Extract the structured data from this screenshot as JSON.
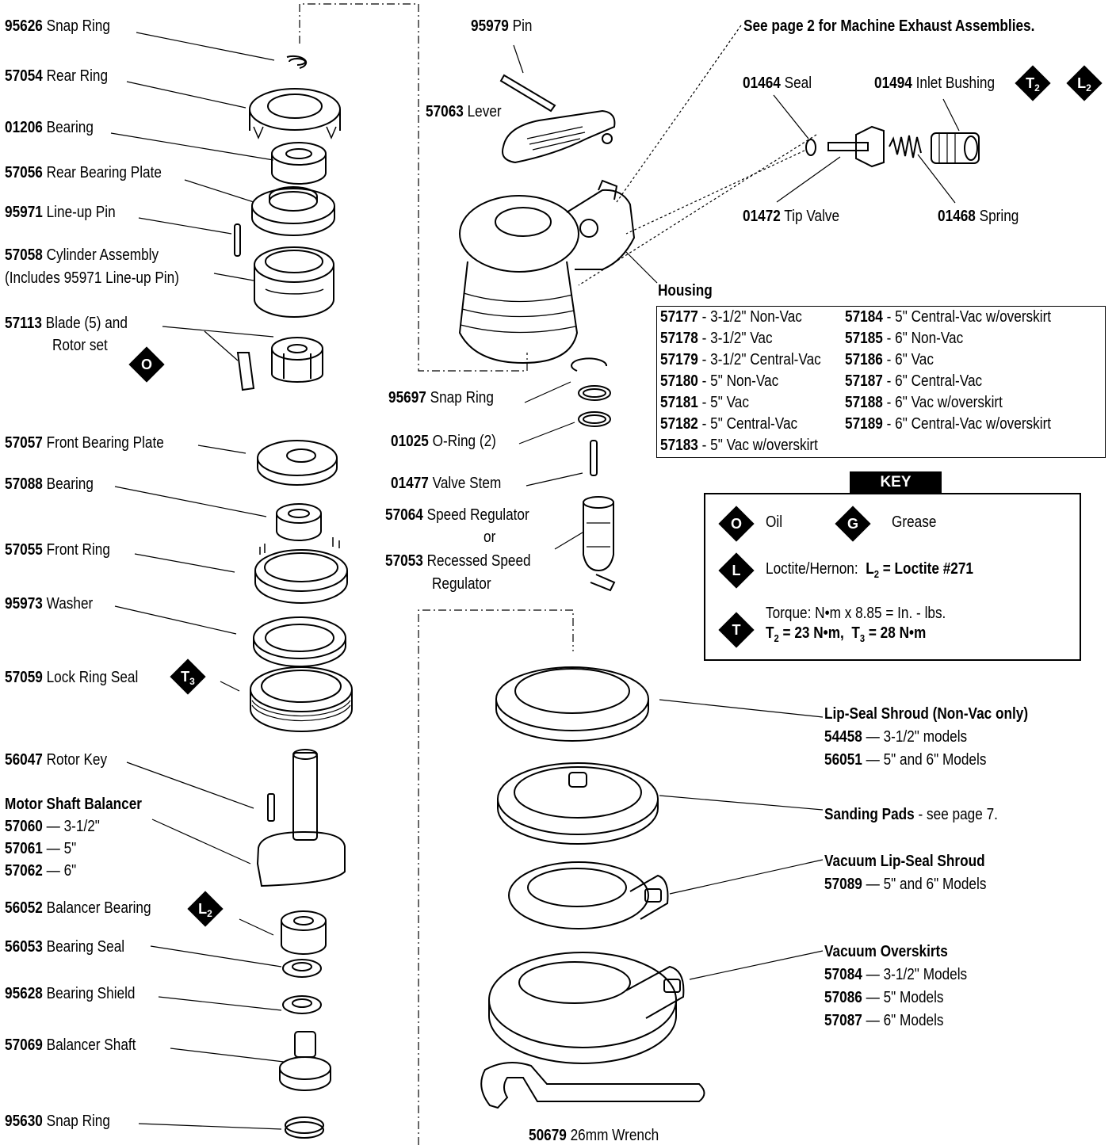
{
  "exhaust_note": "See page 2 for Machine Exhaust Assemblies.",
  "left_labels": [
    {
      "num": "95626",
      "text": "Snap Ring"
    },
    {
      "num": "57054",
      "text": "Rear Ring"
    },
    {
      "num": "01206",
      "text": "Bearing"
    },
    {
      "num": "57056",
      "text": "Rear Bearing Plate"
    },
    {
      "num": "95971",
      "text": "Line-up Pin"
    },
    {
      "num": "57058",
      "text": "Cylinder Assembly"
    },
    {
      "num": "",
      "text": "(Includes 95971 Line-up Pin)"
    },
    {
      "num": "57113",
      "text": "Blade (5) and"
    },
    {
      "num": "",
      "text": "Rotor set"
    },
    {
      "num": "57057",
      "text": "Front Bearing Plate"
    },
    {
      "num": "57088",
      "text": "Bearing"
    },
    {
      "num": "57055",
      "text": "Front Ring"
    },
    {
      "num": "95973",
      "text": "Washer"
    },
    {
      "num": "57059",
      "text": "Lock Ring Seal"
    },
    {
      "num": "56047",
      "text": "Rotor Key"
    },
    {
      "num": "",
      "text": "Motor Shaft Balancer"
    },
    {
      "num": "57060",
      "text": "— 3-1/2\""
    },
    {
      "num": "57061",
      "text": "— 5\""
    },
    {
      "num": "57062",
      "text": "— 6\""
    },
    {
      "num": "56052",
      "text": "Balancer Bearing"
    },
    {
      "num": "56053",
      "text": "Bearing Seal"
    },
    {
      "num": "95628",
      "text": "Bearing Shield"
    },
    {
      "num": "57069",
      "text": "Balancer Shaft"
    },
    {
      "num": "95630",
      "text": "Snap Ring"
    }
  ],
  "middle_labels": [
    {
      "num": "95979",
      "text": "Pin"
    },
    {
      "num": "57063",
      "text": "Lever"
    },
    {
      "num": "95697",
      "text": "Snap Ring"
    },
    {
      "num": "01025",
      "text": "O-Ring (2)"
    },
    {
      "num": "01477",
      "text": "Valve Stem"
    },
    {
      "num": "57064",
      "text": "Speed Regulator"
    },
    {
      "num": "",
      "text": "or"
    },
    {
      "num": "57053",
      "text": "Recessed Speed"
    },
    {
      "num": "",
      "text": "Regulator"
    },
    {
      "num": "50679",
      "text": "26mm Wrench"
    }
  ],
  "right_labels": [
    {
      "num": "01464",
      "text": "Seal"
    },
    {
      "num": "01494",
      "text": "Inlet Bushing"
    },
    {
      "num": "01472",
      "text": "Tip Valve"
    },
    {
      "num": "01468",
      "text": "Spring"
    }
  ],
  "housing": {
    "title": "Housing",
    "left_col": [
      {
        "num": "57177",
        "text": "- 3-1/2\" Non-Vac"
      },
      {
        "num": "57178",
        "text": "- 3-1/2\" Vac"
      },
      {
        "num": "57179",
        "text": "- 3-1/2\" Central-Vac"
      },
      {
        "num": "57180",
        "text": "- 5\" Non-Vac"
      },
      {
        "num": "57181",
        "text": "- 5\" Vac"
      },
      {
        "num": "57182",
        "text": "- 5\" Central-Vac"
      },
      {
        "num": "57183",
        "text": "- 5\" Vac w/overskirt"
      }
    ],
    "right_col": [
      {
        "num": "57184",
        "text": "- 5\" Central-Vac w/overskirt"
      },
      {
        "num": "57185",
        "text": "- 6\" Non-Vac"
      },
      {
        "num": "57186",
        "text": "- 6\" Vac"
      },
      {
        "num": "57187",
        "text": "- 6\" Central-Vac"
      },
      {
        "num": "57188",
        "text": "- 6\" Vac w/overskirt"
      },
      {
        "num": "57189",
        "text": "- 6\" Central-Vac w/overskirt"
      }
    ]
  },
  "key": {
    "title": "KEY",
    "oil": "Oil",
    "grease": "Grease",
    "loctite": "Loctite/Hernon:",
    "loctite_value": "= Loctite #271",
    "torque": "Torque:  N•m x 8.85 = In. - lbs.",
    "torque_values_a": "= 23 N•m,",
    "torque_values_b": "= 28 N•m",
    "sym_o": "O",
    "sym_g": "G",
    "sym_l": "L",
    "sym_t": "T"
  },
  "lower_right": {
    "lipseal_title": "Lip-Seal Shroud (Non-Vac only)",
    "lipseal_a_num": "54458",
    "lipseal_a": "— 3-1/2\" models",
    "lipseal_b_num": "56051",
    "lipseal_b": "— 5\" and 6\" Models",
    "pads_title": "Sanding Pads",
    "pads_text": "- see page 7.",
    "vac_title": "Vacuum Lip-Seal Shroud",
    "vac_num": "57089",
    "vac_text": "— 5\" and 6\" Models",
    "over_title": "Vacuum Overskirts",
    "over_a_num": "57084",
    "over_a": "— 3-1/2\" Models",
    "over_b_num": "57086",
    "over_b": "— 5\" Models",
    "over_c_num": "57087",
    "over_c": "— 6\" Models"
  }
}
